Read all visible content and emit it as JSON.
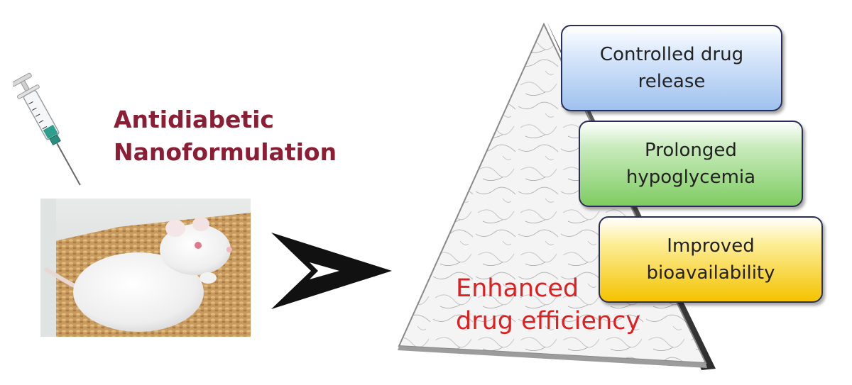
{
  "figure": {
    "title_line1": "Antidiabetic",
    "title_line2": "Nanoformulation",
    "center_line1": "Enhanced",
    "center_line2": "drug efficiency",
    "boxes": [
      {
        "line1": "Controlled drug",
        "line2": "release",
        "color": "#9fc1ee"
      },
      {
        "line1": "Prolonged",
        "line2": "hypoglycemia",
        "color": "#7fcc62"
      },
      {
        "line1": "Improved",
        "line2": "bioavailability",
        "color": "#f4c300"
      }
    ]
  },
  "colors": {
    "title": "#8b1e35",
    "center_text": "#e02020",
    "arrow": "#111111",
    "box_border": "#2a2e55"
  },
  "icons": [
    "syringe-icon",
    "rat-photo",
    "arrow-icon",
    "pyramid-triangle"
  ]
}
